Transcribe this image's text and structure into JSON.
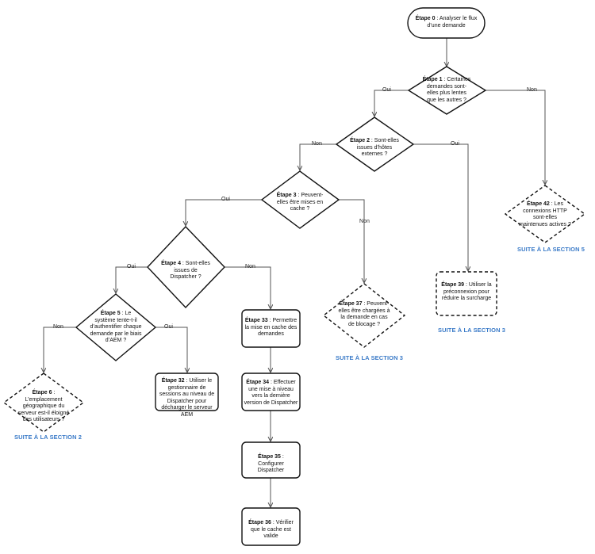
{
  "nodes": {
    "n0": {
      "step": "Étape 0",
      "text": " : Analyser le flux d’une demande"
    },
    "n1": {
      "step": "Étape 1",
      "text": " : Certaines demandes sont-elles plus lentes que les autres ?"
    },
    "n2": {
      "step": "Étape 2",
      "text": " : Sont-elles issues d’hôtes externes ?"
    },
    "n3": {
      "step": "Étape 3",
      "text": " : Peuvent-elles être mises en cache ?"
    },
    "n4": {
      "step": "Étape 4",
      "text": " : Sont-elles issues de Dispatcher ?"
    },
    "n5": {
      "step": "Étape 5",
      "text": " : Le système tente-t-il d’authentifier chaque demande par le biais d’AEM ?"
    },
    "n6": {
      "step": "Étape 6",
      "text": " : L’emplacement géographique du serveur est-il éloigné des utilisateurs ?"
    },
    "n32": {
      "step": "Étape 32",
      "text": " : Utiliser le gestionnaire de sessions au niveau de Dispatcher pour décharger le serveur AEM"
    },
    "n33": {
      "step": "Étape 33",
      "text": " : Permettre la mise en cache des demandes"
    },
    "n34": {
      "step": "Étape 34",
      "text": " : Effectuer une mise à niveau vers la dernière version de Dispatcher"
    },
    "n35": {
      "step": "Étape 35",
      "text": " : Configurer Dispatcher"
    },
    "n36": {
      "step": "Étape 36",
      "text": " : Vérifier que le cache est valide"
    },
    "n37": {
      "step": "Étape 37",
      "text": " : Peuvent-elles être chargées à la demande en cas de blocage ?"
    },
    "n39": {
      "step": "Étape 39",
      "text": " : Utiliser la préconnexion pour réduire la surcharge"
    },
    "n42": {
      "step": "Étape 42",
      "text": " : Les connexions HTTP sont-elles maintenues actives ?"
    }
  },
  "edge_labels": {
    "e1_oui": "Oui",
    "e1_non": "Non",
    "e2_non": "Non",
    "e2_oui": "Oui",
    "e3_oui": "Oui",
    "e3_non": "Non",
    "e4_oui": "Oui",
    "e4_non": "Non",
    "e5_non": "Non",
    "e5_oui": "Oui"
  },
  "continuations": {
    "c5": "SUITE À LA SECTION 5",
    "c3a": "SUITE À LA SECTION 3",
    "c3b": "SUITE À LA SECTION 3",
    "c2": "SUITE À LA SECTION 2"
  },
  "colors": {
    "continuation": "#3b7bc8",
    "stroke": "#111111",
    "connector": "#555555"
  }
}
